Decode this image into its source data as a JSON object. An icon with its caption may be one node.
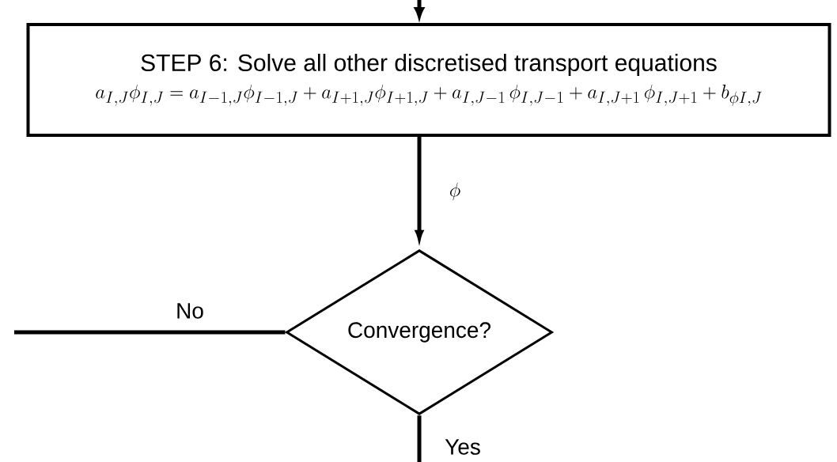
{
  "diagram": {
    "nodes": [
      {
        "text": [
          "STEP 6: Solve all other discretised transport equations",
          "a_{I,J}\\phi_{I,J} = a_{I-1,J}\\phi_{I-1,J} + a_{I+1,J}\\phi_{I+1,J} + a_{I,J-1}\\,\\phi_{I,J-1} + a_{I,J+1}\\,\\phi_{I,J+1} + b_{\\phi I,J}"
        ]
      },
      {
        "text": [
          "Convergence?"
        ]
      }
    ],
    "edges": [
      {
        "from": null,
        "to": 0,
        "arrow": "to"
      },
      {
        "from": 0,
        "to": 1,
        "arrow": "to",
        "label": "\\phi"
      },
      {
        "from": 1,
        "to": null,
        "arrow": "none",
        "label": "No"
      },
      {
        "from": 1,
        "to": null,
        "arrow": "none",
        "label": "Yes"
      }
    ]
  }
}
